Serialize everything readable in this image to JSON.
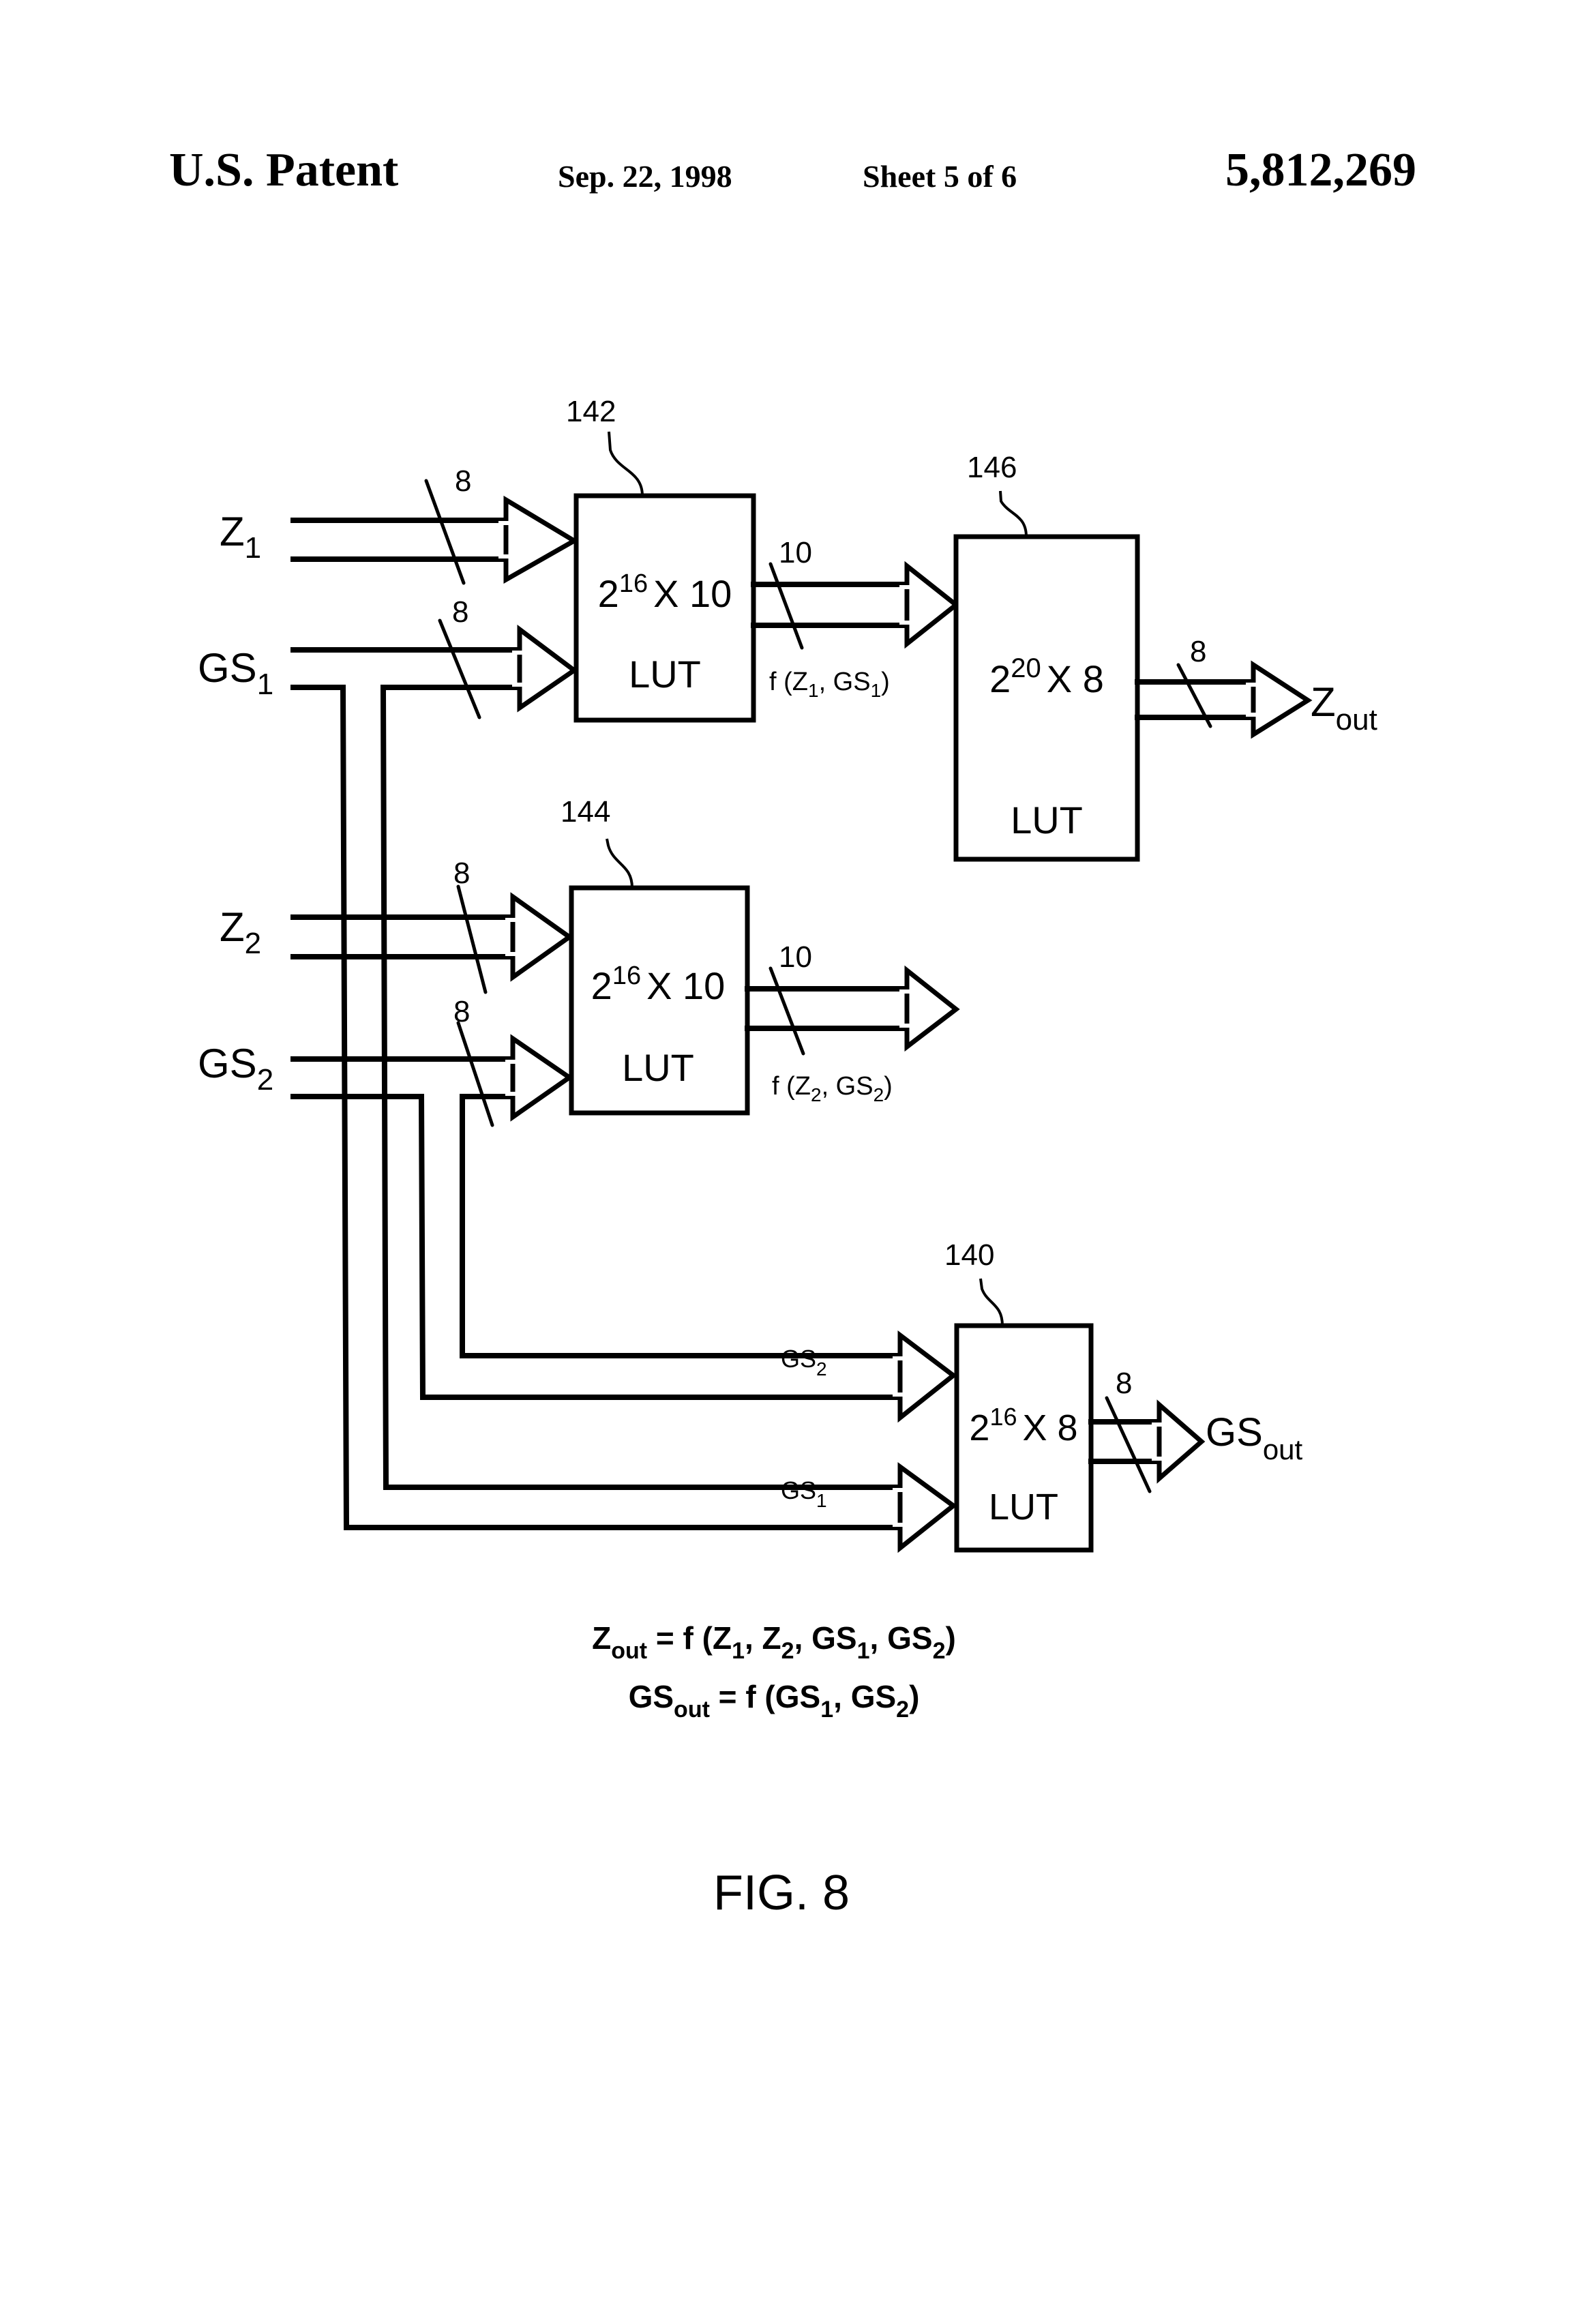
{
  "header": {
    "left": "U.S. Patent",
    "date": "Sep. 22, 1998",
    "sheet": "Sheet 5 of 6",
    "patent_number": "5,812,269"
  },
  "inputs": {
    "z1": {
      "base": "Z",
      "sub": "1"
    },
    "gs1": {
      "base": "GS",
      "sub": "1"
    },
    "z2": {
      "base": "Z",
      "sub": "2"
    },
    "gs2": {
      "base": "GS",
      "sub": "2"
    }
  },
  "blocks": {
    "lut142": {
      "ref": "142",
      "size_base": "2",
      "size_exp": "16",
      "size_rest": "X 10",
      "type": "LUT"
    },
    "lut144": {
      "ref": "144",
      "size_base": "2",
      "size_exp": "16",
      "size_rest": "X 10",
      "type": "LUT"
    },
    "lut146": {
      "ref": "146",
      "size_base": "2",
      "size_exp": "20",
      "size_rest": "X 8",
      "type": "LUT"
    },
    "lut140": {
      "ref": "140",
      "size_base": "2",
      "size_exp": "16",
      "size_rest": "X 8",
      "type": "LUT"
    }
  },
  "bus_widths": {
    "z1_in": "8",
    "gs1_in": "8",
    "z2_in": "8",
    "gs2_in": "8",
    "f1_out": "10",
    "f2_out": "10",
    "zout": "8",
    "gsout": "8"
  },
  "intermediate": {
    "f1": {
      "pre": "f (Z",
      "s1": "1",
      "mid": ", GS",
      "s2": "1",
      "post": ")"
    },
    "f2": {
      "pre": "f (Z",
      "s1": "2",
      "mid": ", GS",
      "s2": "2",
      "post": ")"
    }
  },
  "lut140_inputs": {
    "gs2": {
      "base": "GS",
      "sub": "2"
    },
    "gs1": {
      "base": "GS",
      "sub": "1"
    }
  },
  "outputs": {
    "zout": {
      "base": "Z",
      "sub": "out"
    },
    "gsout": {
      "base": "GS",
      "sub": "out"
    }
  },
  "equations": {
    "eq1": {
      "lhs": "Z",
      "lhs_sub": "out",
      "t1": " = f (Z",
      "s1": "1",
      "t2": ", Z",
      "s2": "2",
      "t3": ", GS",
      "s3": "1",
      "t4": ", GS",
      "s4": "2",
      "t5": ")"
    },
    "eq2": {
      "lhs": "GS",
      "lhs_sub": "out",
      "t1": " = f (GS",
      "s1": "1",
      "t2": ", GS",
      "s2": "2",
      "t3": ")"
    }
  },
  "figure_label": "FIG. 8"
}
